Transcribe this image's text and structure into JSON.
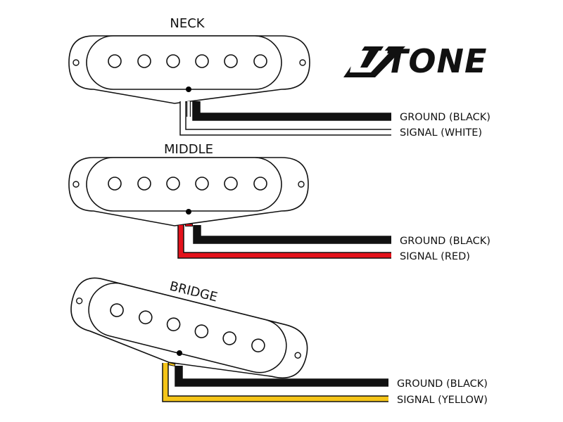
{
  "brand": {
    "logo_text": "TONE",
    "logo_color": "#111111"
  },
  "pickups": [
    {
      "id": "neck",
      "label": "NECK",
      "wires": [
        {
          "label": "GROUND (BLACK)",
          "color": "#000000"
        },
        {
          "label": "SIGNAL (WHITE)",
          "color": "#ffffff"
        }
      ]
    },
    {
      "id": "middle",
      "label": "MIDDLE",
      "wires": [
        {
          "label": "GROUND (BLACK)",
          "color": "#000000"
        },
        {
          "label": "SIGNAL (RED)",
          "color": "#e4121b"
        }
      ]
    },
    {
      "id": "bridge",
      "label": "BRIDGE",
      "wires": [
        {
          "label": "GROUND (BLACK)",
          "color": "#000000"
        },
        {
          "label": "SIGNAL (YELLOW)",
          "color": "#f5c518"
        }
      ]
    }
  ]
}
